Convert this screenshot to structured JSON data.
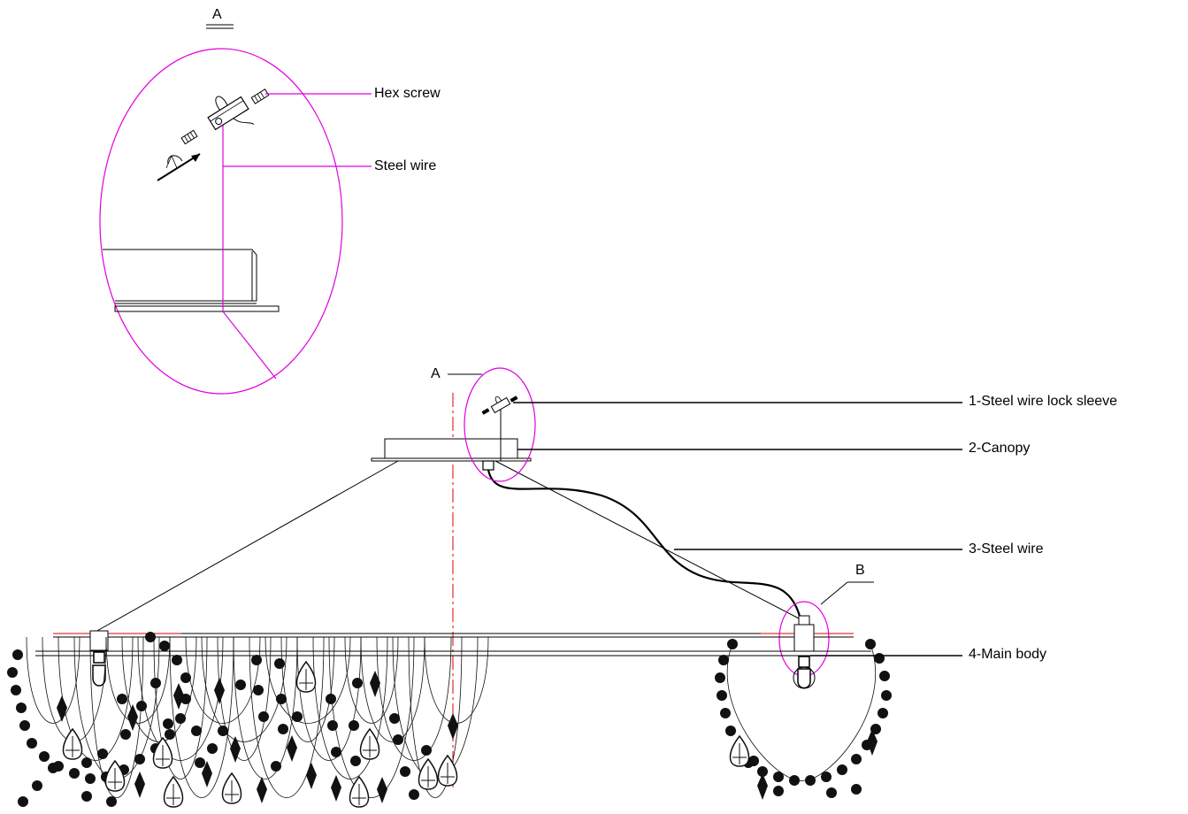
{
  "detail": {
    "marker": "A",
    "callouts": {
      "hex_screw": "Hex screw",
      "steel_wire": "Steel wire"
    }
  },
  "main": {
    "callout_a": "A",
    "callout_b": "B",
    "parts": [
      {
        "label": "1-Steel  wire lock  sleeve"
      },
      {
        "label": "2-Canopy"
      },
      {
        "label": "3-Steel wire"
      },
      {
        "label": "4-Main body"
      }
    ]
  },
  "colors": {
    "line": "#000000",
    "callout": "#e000e0",
    "centerline": "#e00000",
    "frame_accent": "#e00000",
    "crystal": "#111111"
  }
}
